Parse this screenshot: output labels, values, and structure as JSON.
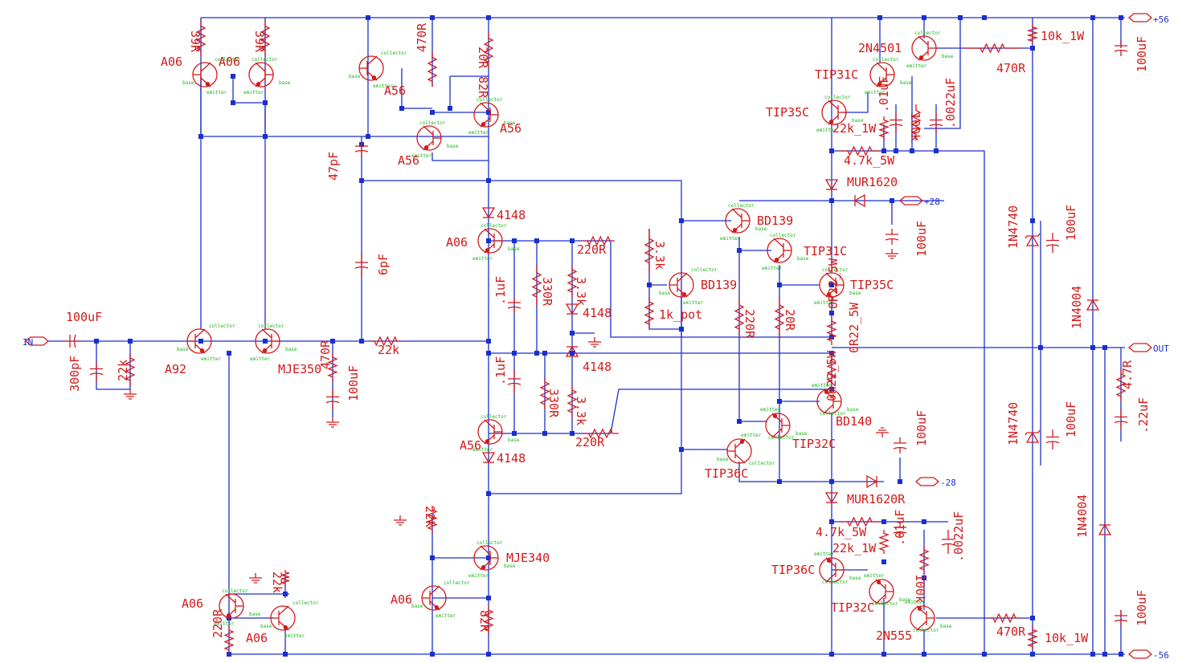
{
  "rails": {
    "pos": "+56",
    "neg": "-56",
    "out": "OUT",
    "in": "IN",
    "p28": "+28",
    "n28": "-28"
  },
  "pins": {
    "c": "collector",
    "b": "base",
    "e": "emitter"
  },
  "colors": {
    "wire": "#1a2fd0",
    "component": "#d21a1a",
    "pin": "#18b418"
  },
  "transistors": [
    {
      "name": "q-input-left",
      "ref": "A06"
    },
    {
      "name": "q-input-right",
      "ref": "A06"
    },
    {
      "name": "q-mirror-left",
      "ref": "A56"
    },
    {
      "name": "q-mirror-right",
      "ref": "A56"
    },
    {
      "name": "q-cascode-top",
      "ref": "A56"
    },
    {
      "name": "q-a92",
      "ref": "A92"
    },
    {
      "name": "q-mje350",
      "ref": "MJE350"
    },
    {
      "name": "q-bias-a06",
      "ref": "A06"
    },
    {
      "name": "q-bias-a56",
      "ref": "A56"
    },
    {
      "name": "q-mje340",
      "ref": "MJE340"
    },
    {
      "name": "q-ccs-a06",
      "ref": "A06"
    },
    {
      "name": "q-tail-a06a",
      "ref": "A06"
    },
    {
      "name": "q-tail-a06b",
      "ref": "A06"
    },
    {
      "name": "q-bd139-drv",
      "ref": "BD139"
    },
    {
      "name": "q-bd139-vbe",
      "ref": "BD139"
    },
    {
      "name": "q-tip31c",
      "ref": "TIP31C"
    },
    {
      "name": "q-tip35c",
      "ref": "TIP35C"
    },
    {
      "name": "q-bd140",
      "ref": "BD140"
    },
    {
      "name": "q-tip32c",
      "ref": "TIP32C"
    },
    {
      "name": "q-tip36c",
      "ref": "TIP36C"
    },
    {
      "name": "q-2n4501",
      "ref": "2N4501"
    },
    {
      "name": "q-tip31c-reg",
      "ref": "TIP31C"
    },
    {
      "name": "q-tip35c-reg",
      "ref": "TIP35C"
    },
    {
      "name": "q-tip36c-reg",
      "ref": "TIP36C"
    },
    {
      "name": "q-tip32c-reg",
      "ref": "TIP32C"
    },
    {
      "name": "q-2n555",
      "ref": "2N555"
    }
  ],
  "labels": {
    "r39a": "39R",
    "r39b": "39R",
    "r470a": "470R",
    "r20a": "20R",
    "r82a": "82R",
    "c47p": "47pF",
    "c6p": "6pF",
    "c100in": "100uF",
    "c300p": "300pF",
    "r22kin": "22k",
    "r470fb": "470R",
    "c100fb": "100uF",
    "r22kfb": "22k",
    "c1ua": ".1uF",
    "c1ub": ".1uF",
    "r330a": "330R",
    "r330b": "330R",
    "r33ka": "3.3k",
    "r33kb": "3.3k",
    "r33kc": "3.3k",
    "r220a": "220R",
    "r220b": "220R",
    "d4148a": "4148",
    "d4148b": "4148",
    "d4148c": "4148",
    "d4148d": "4148",
    "r22kb": "22k",
    "r82b": "82R",
    "r22kc": "22k",
    "r220c": "220R",
    "pot": "1k_pot",
    "r220d": "220R",
    "r20b": "20R",
    "re1": "0R22_5W",
    "re2": "0R22_5W",
    "re3": "0R22_5W",
    "mur1": "MUR1620",
    "mur2": "MUR1620R",
    "c100p28": "100uF",
    "c100n28": "100uF",
    "r22k1wa": "22k_1W",
    "r22k1wb": "22k_1W",
    "r47ka": "4.7k_5W",
    "r47kb": "4.7k_5W",
    "c01a": ".01uF",
    "c01b": ".01uF",
    "r100ka": "100k",
    "r100kb": "100k",
    "c0022a": ".0022uF",
    "c0022b": ".0022uF",
    "r10ka": "10k_1W",
    "r10kb": "10k_1W",
    "r470ra": "470R",
    "r470rb": "470R",
    "z1": "1N4740",
    "z2": "1N4740",
    "cz1": "100uF",
    "cz2": "100uF",
    "d4004a": "1N4004",
    "d4004b": "1N4004",
    "cps": "100uF",
    "cns": "100uF",
    "zl": "4.7R",
    "zc": ".22uF"
  }
}
